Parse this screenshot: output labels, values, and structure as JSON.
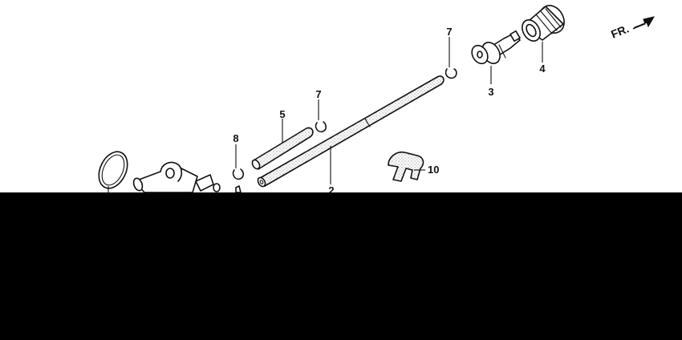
{
  "direction_indicator": {
    "text": "FR."
  },
  "callouts": [
    {
      "id": "callout-7-top",
      "text": "7"
    },
    {
      "id": "callout-4",
      "text": "4"
    },
    {
      "id": "callout-3",
      "text": "3"
    },
    {
      "id": "callout-7-mid",
      "text": "7"
    },
    {
      "id": "callout-5",
      "text": "5"
    },
    {
      "id": "callout-8",
      "text": "8"
    },
    {
      "id": "callout-10",
      "text": "10"
    },
    {
      "id": "callout-2",
      "text": "2"
    }
  ],
  "colors": {
    "line": "#111111",
    "background": "#ffffff",
    "lower_region": "#000000"
  }
}
